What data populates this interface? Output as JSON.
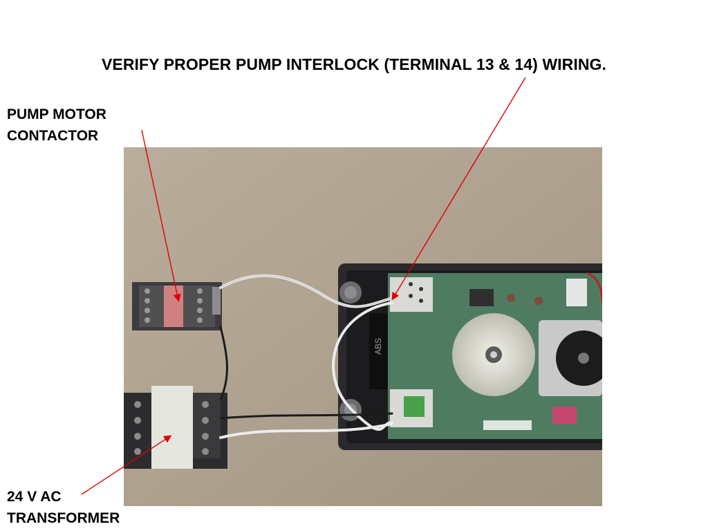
{
  "slide": {
    "title": "VERIFY PROPER PUMP INTERLOCK (TERMINAL 13 & 14) WIRING.",
    "labels": {
      "contactor": "PUMP MOTOR\nCONTACTOR",
      "transformer": "24 V AC\nTRANSFORMER"
    },
    "photo": {
      "device_marking": "ABS"
    },
    "colors": {
      "background": "#ffffff",
      "callout_line": "#e00000",
      "text": "#000000"
    }
  }
}
